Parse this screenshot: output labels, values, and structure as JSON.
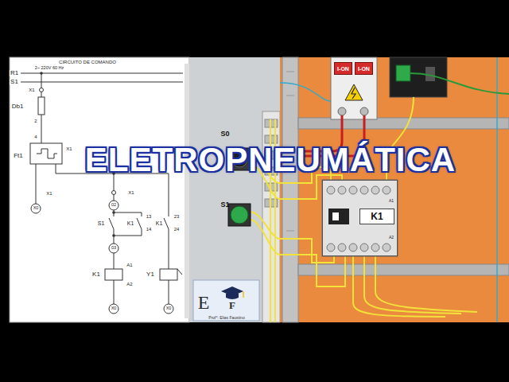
{
  "diagram": {
    "title": "ELETROPNEUMÁTICA",
    "nodes": [
      {
        "text": [
          "I-ON"
        ]
      },
      {
        "text": [
          "I-ON"
        ]
      },
      {
        "text": [
          "K1"
        ]
      }
    ],
    "labels": [
      "CIRCUITO DE COMANDO",
      "2~ 220V 60 Hz",
      "R1",
      "S1",
      "X1",
      "Db1",
      "2",
      "4",
      "Ft1",
      "X1",
      "X0",
      "X1",
      "X1",
      "02",
      "S1",
      "K1",
      "13",
      "14",
      "K1",
      "23",
      "24",
      "03",
      "A1",
      "K1",
      "A2",
      "Y1",
      "X0",
      "X0",
      "S0",
      "S1",
      "A1",
      "A2",
      "E",
      "F",
      "Prof°: Elias Faustino"
    ]
  }
}
